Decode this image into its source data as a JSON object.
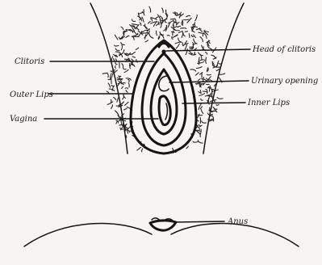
{
  "labels": {
    "clitoris": "Clitoris",
    "outer_lips": "Outer Lips",
    "vagina": "Vagina",
    "head_of_clitoris": "Head of clitoris",
    "urinary_opening": "Urinary opening",
    "inner_lips": "Inner Lips",
    "anus": "Anus"
  },
  "colors": {
    "background": "#f6f5f1",
    "ink": "#141414"
  }
}
